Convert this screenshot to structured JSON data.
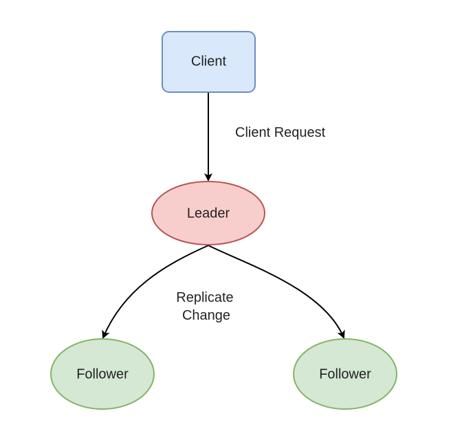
{
  "diagram": {
    "nodes": {
      "client": {
        "label": "Client",
        "shape": "rounded-rectangle",
        "fill": "#dae8fc",
        "stroke": "#6c8ebf"
      },
      "leader": {
        "label": "Leader",
        "shape": "ellipse",
        "fill": "#f8cecc",
        "stroke": "#b85450"
      },
      "follower_left": {
        "label": "Follower",
        "shape": "ellipse",
        "fill": "#d5e8d4",
        "stroke": "#82b366"
      },
      "follower_right": {
        "label": "Follower",
        "shape": "ellipse",
        "fill": "#d5e8d4",
        "stroke": "#82b366"
      }
    },
    "edges": {
      "client_to_leader": {
        "from": "client",
        "to": "leader",
        "label": "Client Request"
      },
      "leader_to_followers": {
        "from": "leader",
        "to": [
          "follower_left",
          "follower_right"
        ],
        "label_line1": "Replicate",
        "label_line2": "Change"
      }
    },
    "edge_color": "#000000"
  }
}
